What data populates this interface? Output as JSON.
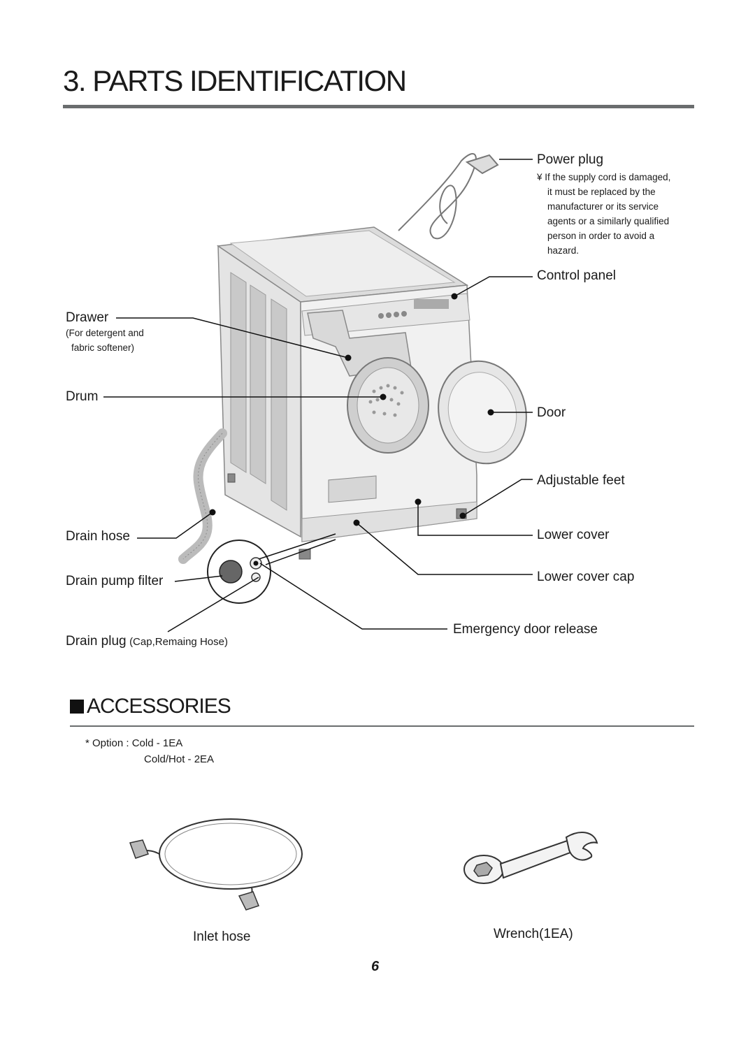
{
  "page": {
    "title": "3. PARTS IDENTIFICATION",
    "page_number": "6"
  },
  "parts": {
    "power_plug": "Power plug",
    "power_plug_note": [
      "¥ If the supply cord is damaged,",
      "it must be replaced by the",
      "manufacturer or its service",
      "agents or a similarly qualified",
      "person in order to avoid a",
      "hazard."
    ],
    "control_panel": "Control panel",
    "drawer": "Drawer",
    "drawer_note": [
      "(For detergent and",
      "fabric softener)"
    ],
    "drum": "Drum",
    "door": "Door",
    "adjustable_feet": "Adjustable feet",
    "drain_hose": "Drain hose",
    "lower_cover": "Lower cover",
    "drain_pump_filter": "Drain pump filter",
    "lower_cover_cap": "Lower cover cap",
    "emergency_door_release": "Emergency door release",
    "drain_plug": "Drain plug",
    "drain_plug_note": "(Cap,Remaing Hose)"
  },
  "accessories": {
    "heading": "ACCESSORIES",
    "option_line1": "* Option : Cold - 1EA",
    "option_line2": "Cold/Hot - 2EA",
    "inlet_hose": "Inlet hose",
    "wrench": "Wrench(1EA)"
  }
}
